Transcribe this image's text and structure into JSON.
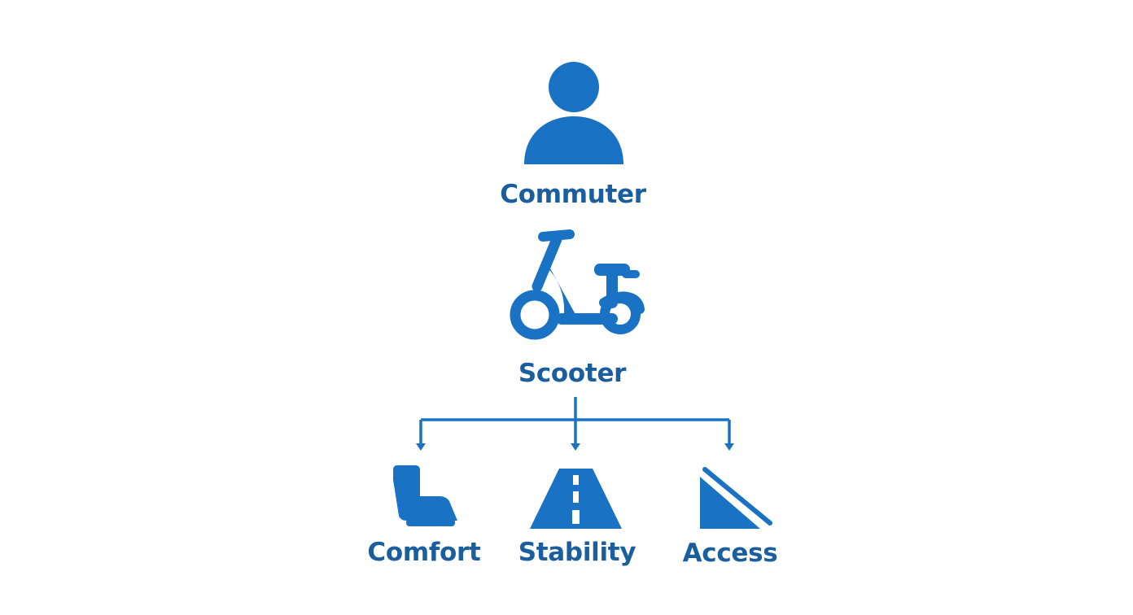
{
  "theme": {
    "primary": "#1a72c4",
    "text": "#1a5e9e",
    "background": "#ffffff"
  },
  "nodes": {
    "user": {
      "label": "Commuter",
      "icon": "person-icon"
    },
    "vehicle": {
      "label": "Scooter",
      "icon": "scooter-icon"
    },
    "benefits": [
      {
        "label": "Comfort",
        "icon": "seat-icon"
      },
      {
        "label": "Stability",
        "icon": "road-icon"
      },
      {
        "label": "Access",
        "icon": "ramp-icon"
      }
    ]
  }
}
